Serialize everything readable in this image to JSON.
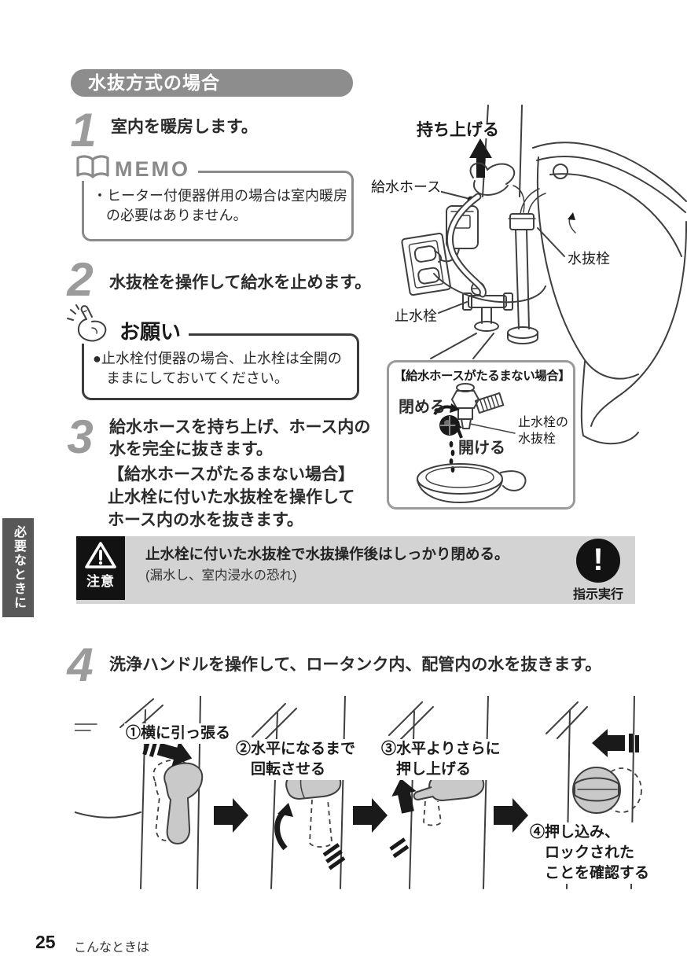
{
  "header": {
    "title": "水抜方式の場合"
  },
  "side_tab": {
    "label": "必要なときに"
  },
  "footer": {
    "page_number": "25",
    "text": "こんなときは"
  },
  "steps": {
    "s1": {
      "num": "1",
      "text": "室内を暖房します。"
    },
    "s2": {
      "num": "2",
      "text": "水抜栓を操作して給水を止めます。"
    },
    "s3": {
      "num": "3",
      "line1": "給水ホースを持ち上げ、ホース内の",
      "line2": "水を完全に抜きます。",
      "sub1": "【給水ホースがたるまない場合】",
      "sub2": "止水栓に付いた水抜栓を操作して",
      "sub3": "ホース内の水を抜きます。"
    },
    "s4": {
      "num": "4",
      "text": "洗浄ハンドルを操作して、ロータンク内、配管内の水を抜きます。"
    }
  },
  "memo": {
    "title": "MEMO",
    "line1": "・ヒーター付便器併用の場合は室内暖房",
    "line2": "の必要はありません。"
  },
  "request": {
    "title": "お願い",
    "line1": "●止水栓付便器の場合、止水栓は全開の",
    "line2": "ままにしておいてください。"
  },
  "caution": {
    "badge": "注意",
    "text1": "止水栓に付いた水抜栓で水抜操作後はしっかり閉める。",
    "text2": "(漏水し、室内浸水の恐れ)",
    "mandatory_mark": "!",
    "action_label": "指示実行"
  },
  "illustration": {
    "lift": "持ち上げる",
    "supply_hose": "給水ホース",
    "drain_valve": "水抜栓",
    "stop_valve": "止水栓",
    "inset": {
      "title": "【給水ホースがたるまない場合】",
      "close": "閉める",
      "open": "開ける",
      "valve_label_line1": "止水栓の",
      "valve_label_line2": "水抜栓"
    }
  },
  "handle_steps": {
    "h1": {
      "l1": "①横に引っ張る"
    },
    "h2": {
      "l1": "②水平になるまで",
      "l2": "回転させる"
    },
    "h3": {
      "l1": "③水平よりさらに",
      "l2": "押し上げる"
    },
    "h4": {
      "l1": "④押し込み、",
      "l2": "ロックされた",
      "l3": "ことを確認する"
    }
  },
  "colors": {
    "pill_gray": "#8d8d8d",
    "step_number_gray": "#9b9b9b",
    "memo_gray": "#8a8a8a",
    "caution_bg": "#d3d3d3",
    "icon_black": "#121212",
    "side_tab_bg": "#585858",
    "line_art": "#3f3f3f",
    "handle_fill": "#c9c9c9"
  }
}
